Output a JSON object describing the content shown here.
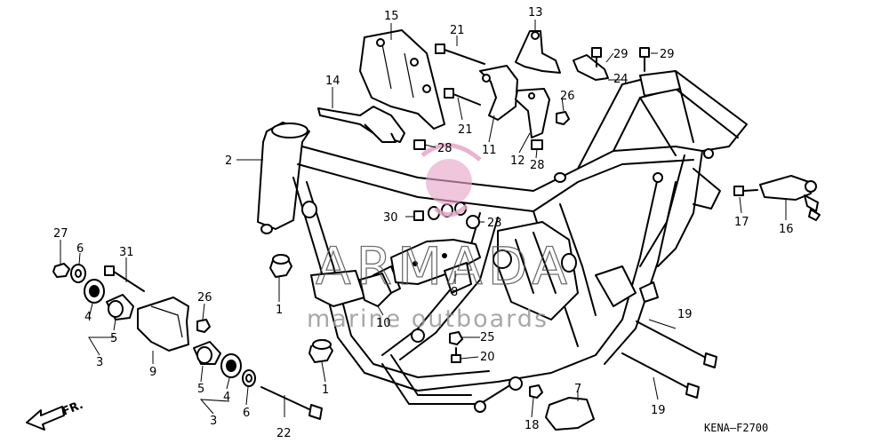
{
  "diagram": {
    "code": "KENA—F2700",
    "direction_label": "FR.",
    "watermark": {
      "brand": "ARMADA",
      "tagline": "marine outboards",
      "accent": "#e7a6c8"
    },
    "callouts": [
      "1",
      "1",
      "2",
      "3",
      "3",
      "4",
      "4",
      "5",
      "5",
      "6",
      "6",
      "7",
      "8",
      "9",
      "10",
      "11",
      "12",
      "13",
      "14",
      "15",
      "16",
      "17",
      "18",
      "19",
      "19",
      "20",
      "21",
      "21",
      "22",
      "23",
      "24",
      "25",
      "26",
      "26",
      "27",
      "28",
      "28",
      "29",
      "29",
      "30",
      "31"
    ]
  }
}
